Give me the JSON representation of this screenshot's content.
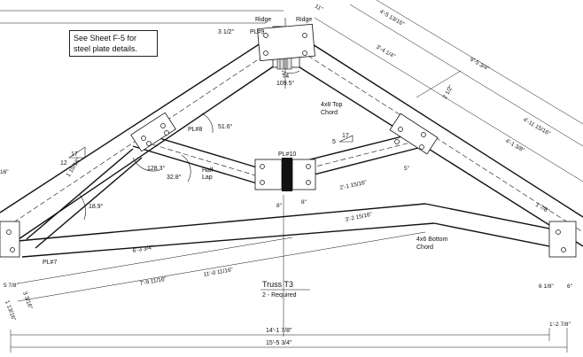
{
  "note": {
    "line1": "See Sheet F-5 for",
    "line2": "steel plate details."
  },
  "title": {
    "name": "Truss T3",
    "qty": "2 - Required"
  },
  "labels": {
    "ridge1": "Ridge",
    "ridge2": "Ridge",
    "pl9": "PL#9",
    "t4": "T4",
    "angle_top": "109.5°",
    "top_chord": "4x8 Top",
    "top_chord2": "Chord",
    "pl8": "PL#8",
    "angle_516": "51.6°",
    "pl10": "PL#10",
    "angle_1283": "128.3°",
    "angle_328": "32.8°",
    "half_lap": "Half",
    "half_lap2": "Lap",
    "angle_189": "18.9°",
    "pl7": "PL#7",
    "bottom_chord": "4x6 Bottom",
    "bottom_chord2": "Chord",
    "pitch_left_v": "12",
    "pitch_left_h": "17",
    "pitch_right_v": "5",
    "pitch_right_h": "17"
  },
  "dims": {
    "d_11": "11\"",
    "d_3half": "3 1/2\"",
    "d_4_5_1316": "4'-5 13/16\"",
    "d_3_4_14": "3'-4 1/4\"",
    "d_9_5_34": "9'-5 3/4\"",
    "d_2half": "2 1/2\"",
    "d_4_11_1516": "4'-11 15/16\"",
    "d_4_1_38": "4'-1 3/8\"",
    "d_1_78": "1 7/8\"",
    "d_16": "16\"",
    "d_1_1516": "1 15/16\"",
    "d_5": "5\"",
    "d_8a": "8\"",
    "d_8b": "8\"",
    "d_2_1_1516": "2'-1 15/16\"",
    "d_3_2_1516": "3'-2 15/16\"",
    "d_6_3_34": "6'-3 3/4\"",
    "d_7_9_1116": "7'-9 11/16\"",
    "d_11_0_1116": "11'-0 11/16\"",
    "d_5_78": "5 7/8\"",
    "d_3_316": "3 3/16\"",
    "d_1_1316": "1 13/16\"",
    "d_6_18": "6 1/8\"",
    "d_6": "6\"",
    "d_1_2_78": "1'-2 7/8\"",
    "d_14_1_78": "14'-1 7/8\"",
    "d_15_5_34": "15'-5 3/4\""
  }
}
